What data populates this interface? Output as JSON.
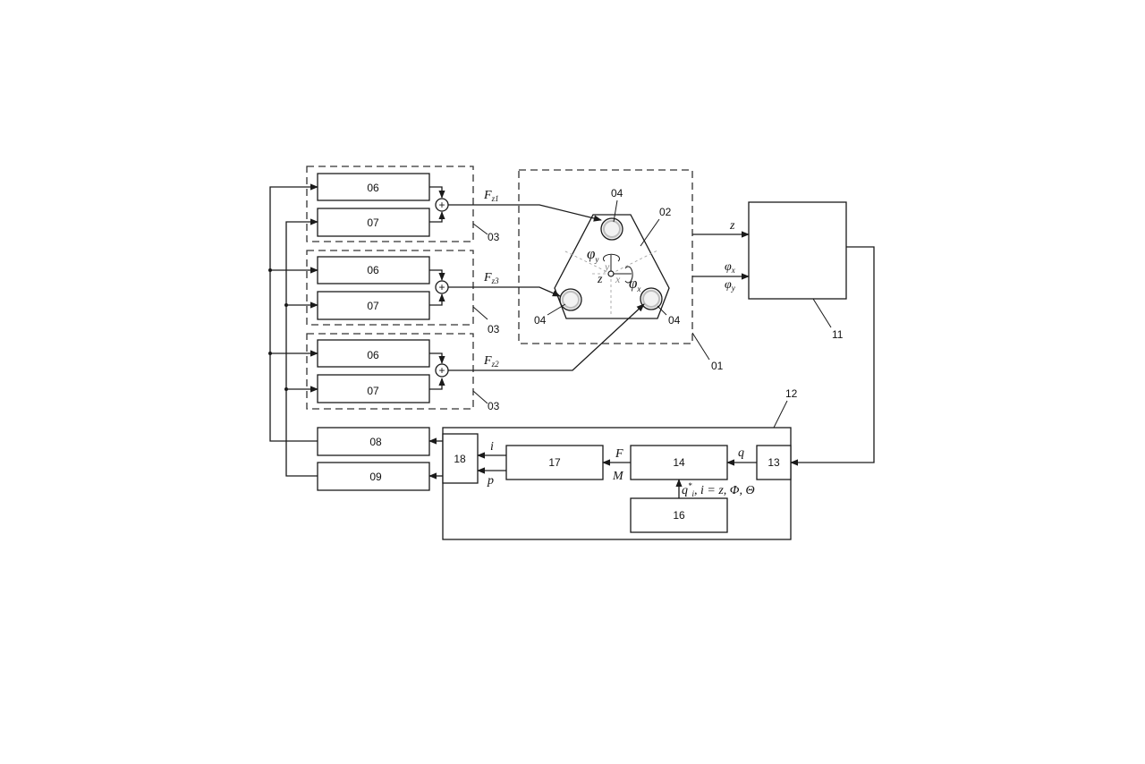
{
  "blocks": {
    "b06": "06",
    "b07": "07",
    "b08": "08",
    "b09": "09",
    "b13": "13",
    "b14": "14",
    "b16": "16",
    "b17": "17",
    "b18": "18",
    "sum": "+"
  },
  "labels": {
    "l01": "01",
    "l02": "02",
    "l03": "03",
    "l04": "04",
    "l11": "11",
    "l12": "12"
  },
  "signals": {
    "F": "F",
    "M": "M",
    "q": "q",
    "i": "i",
    "p": "p",
    "z": "z",
    "z_sub1": "z1",
    "z_sub2": "z2",
    "z_sub3": "z3",
    "phi": "φ",
    "x": "x",
    "y": "y",
    "ref_q": "q",
    "ref_star": "*",
    "ref_sub": "i",
    "ref_rest": ", i = z, Φ, Θ"
  }
}
